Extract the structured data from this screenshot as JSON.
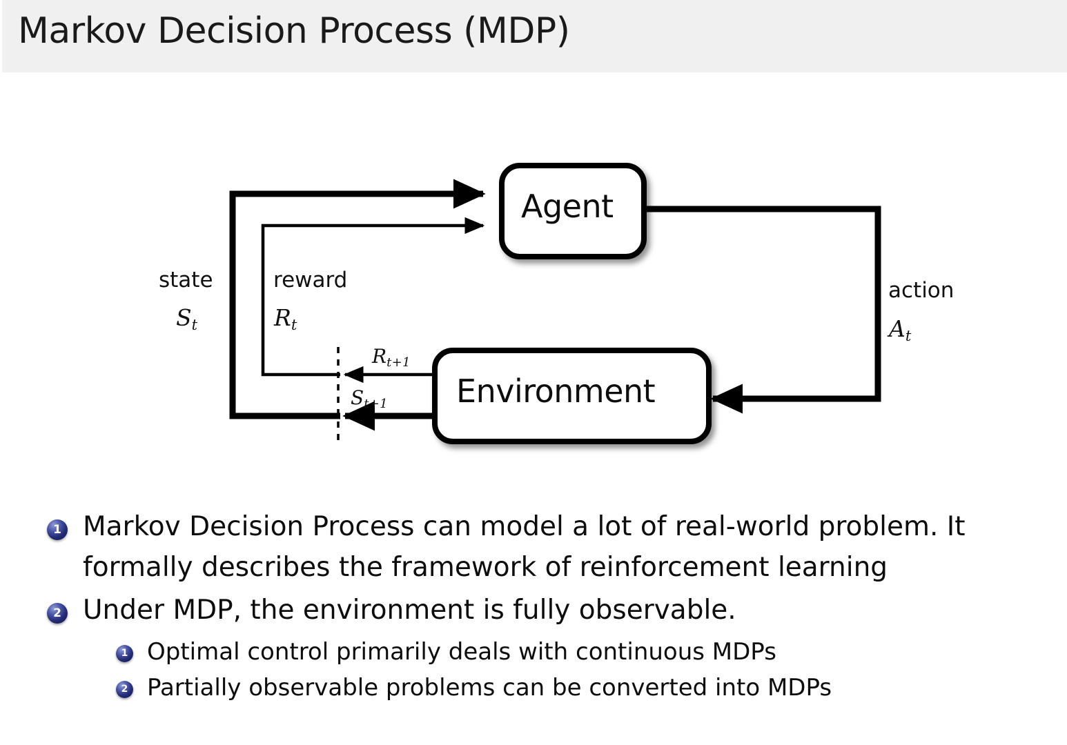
{
  "slide": {
    "title": "Markov Decision Process (MDP)",
    "header_bg": "#f0f0f0",
    "background": "#ffffff",
    "bullet_color": "#222a74"
  },
  "diagram": {
    "name": "agent-environment-interaction-loop",
    "agent_box": "Agent",
    "environment_box": "Environment",
    "labels": {
      "state_word": "state",
      "state_symbol": "S",
      "state_subscript": "t",
      "reward_word": "reward",
      "reward_symbol": "R",
      "reward_subscript": "t",
      "action_word": "action",
      "action_symbol": "A",
      "action_subscript": "t",
      "next_reward_symbol": "R",
      "next_reward_subscript": "t+1",
      "next_state_symbol": "S",
      "next_state_subscript": "t+1"
    }
  },
  "bullets": [
    {
      "number": "1",
      "line1": "Markov Decision Process can model a lot of real-world problem.  It",
      "line2": "formally describes the framework of reinforcement learning"
    },
    {
      "number": "2",
      "text": "Under MDP, the environment is fully observable.",
      "subbullets": [
        {
          "number": "1",
          "text": "Optimal control primarily deals with continuous MDPs"
        },
        {
          "number": "2",
          "text": "Partially observable problems can be converted into MDPs"
        }
      ]
    }
  ]
}
